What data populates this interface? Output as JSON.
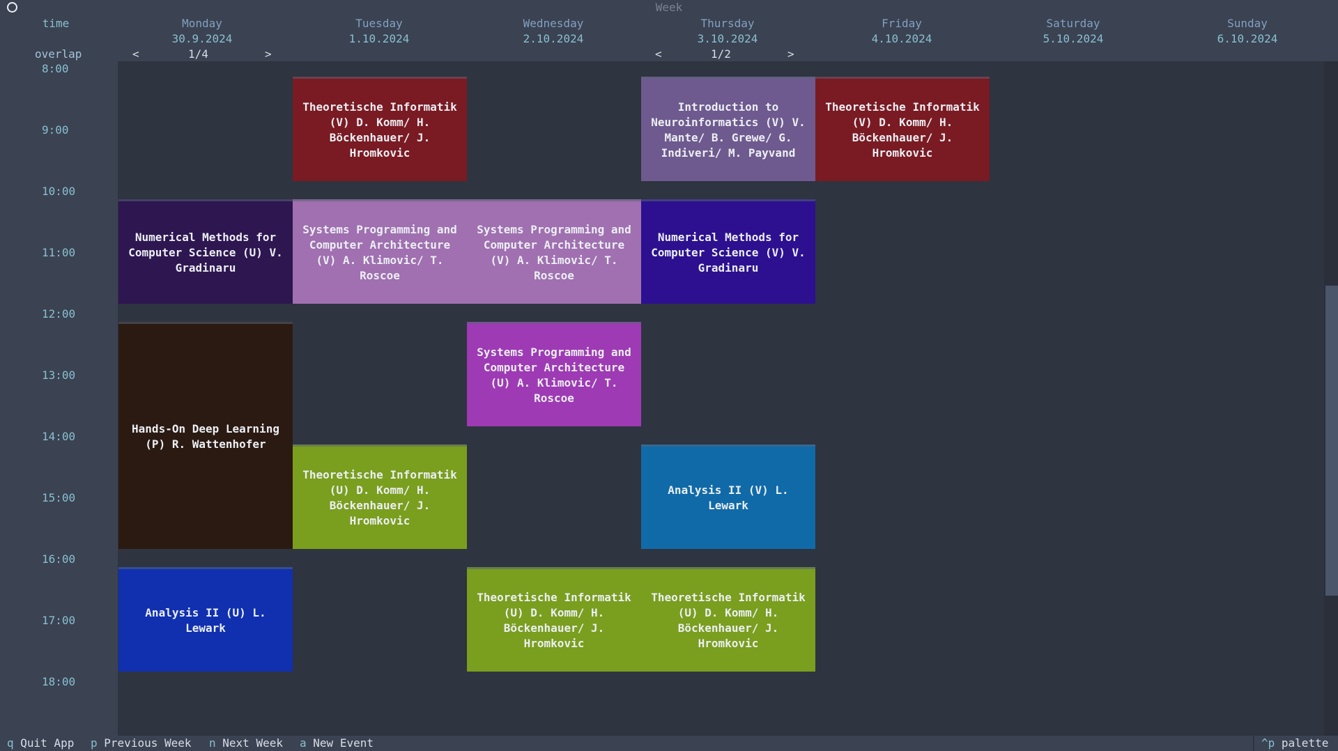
{
  "window": {
    "title": "Week"
  },
  "header": {
    "time_label": "time",
    "overlap_label": "overlap",
    "days": [
      {
        "name": "Monday",
        "date": "30.9.2024"
      },
      {
        "name": "Tuesday",
        "date": "1.10.2024"
      },
      {
        "name": "Wednesday",
        "date": "2.10.2024"
      },
      {
        "name": "Thursday",
        "date": "3.10.2024"
      },
      {
        "name": "Friday",
        "date": "4.10.2024"
      },
      {
        "name": "Saturday",
        "date": "5.10.2024"
      },
      {
        "name": "Sunday",
        "date": "6.10.2024"
      }
    ],
    "overlap_monday": {
      "prev": "<",
      "page": "1/4",
      "next": ">"
    },
    "overlap_thursday": {
      "prev": "<",
      "page": "1/2",
      "next": ">"
    }
  },
  "hours": [
    "8:00",
    "9:00",
    "10:00",
    "11:00",
    "12:00",
    "13:00",
    "14:00",
    "15:00",
    "16:00",
    "17:00",
    "18:00"
  ],
  "events": [
    {
      "title": "Theoretische Informatik (V) D. Komm/ H. Böckenhauer/ J. Hromkovic",
      "day": "Tuesday",
      "start": "8:10",
      "end": "9:50",
      "color": "#7a1a22"
    },
    {
      "title": "Introduction to Neuroinformatics (V) V. Mante/ B. Grewe/ G. Indiveri/ M. Payvand",
      "day": "Thursday",
      "start": "8:10",
      "end": "9:50",
      "color": "#6e5a8e"
    },
    {
      "title": "Theoretische Informatik (V) D. Komm/ H. Böckenhauer/ J. Hromkovic",
      "day": "Friday",
      "start": "8:10",
      "end": "9:50",
      "color": "#7a1a22"
    },
    {
      "title": "Numerical Methods for Computer Science (U) V. Gradinaru",
      "day": "Monday",
      "start": "10:10",
      "end": "11:50",
      "color": "#2e1650"
    },
    {
      "title": "Systems Programming and Computer Architecture (V) A. Klimovic/ T. Roscoe",
      "day": "Tuesday",
      "start": "10:10",
      "end": "11:50",
      "color": "#a070b0"
    },
    {
      "title": "Systems Programming and Computer Architecture (V) A. Klimovic/ T. Roscoe",
      "day": "Wednesday",
      "start": "10:10",
      "end": "11:50",
      "color": "#a070b0"
    },
    {
      "title": "Numerical Methods for Computer Science (V) V. Gradinaru",
      "day": "Thursday",
      "start": "10:10",
      "end": "11:50",
      "color": "#2c1090"
    },
    {
      "title": "Hands-On Deep Learning (P) R. Wattenhofer",
      "day": "Monday",
      "start": "12:10",
      "end": "15:50",
      "color": "#2b1a12"
    },
    {
      "title": "Systems Programming and Computer Architecture (U) A. Klimovic/ T. Roscoe",
      "day": "Wednesday",
      "start": "12:10",
      "end": "13:50",
      "color": "#9e3ab4"
    },
    {
      "title": "Theoretische Informatik (U) D. Komm/ H. Böckenhauer/ J. Hromkovic",
      "day": "Tuesday",
      "start": "14:10",
      "end": "15:50",
      "color": "#7a9e1e"
    },
    {
      "title": "Analysis II (V) L. Lewark",
      "day": "Thursday",
      "start": "14:10",
      "end": "15:50",
      "color": "#106aa8"
    },
    {
      "title": "Analysis II (U) L. Lewark",
      "day": "Monday",
      "start": "16:10",
      "end": "17:50",
      "color": "#1030b0"
    },
    {
      "title": "Theoretische Informatik (U) D. Komm/ H. Böckenhauer/ J. Hromkovic",
      "day": "Wednesday",
      "start": "16:10",
      "end": "17:50",
      "color": "#7a9e1e"
    },
    {
      "title": "Theoretische Informatik (U) D. Komm/ H. Böckenhauer/ J. Hromkovic",
      "day": "Thursday",
      "start": "16:10",
      "end": "17:50",
      "color": "#7a9e1e"
    }
  ],
  "footer": {
    "items": [
      {
        "key": "q",
        "label": "Quit App"
      },
      {
        "key": "p",
        "label": "Previous Week"
      },
      {
        "key": "n",
        "label": "Next Week"
      },
      {
        "key": "a",
        "label": "New Event"
      }
    ],
    "palette": {
      "key": "^p",
      "label": "palette"
    }
  }
}
